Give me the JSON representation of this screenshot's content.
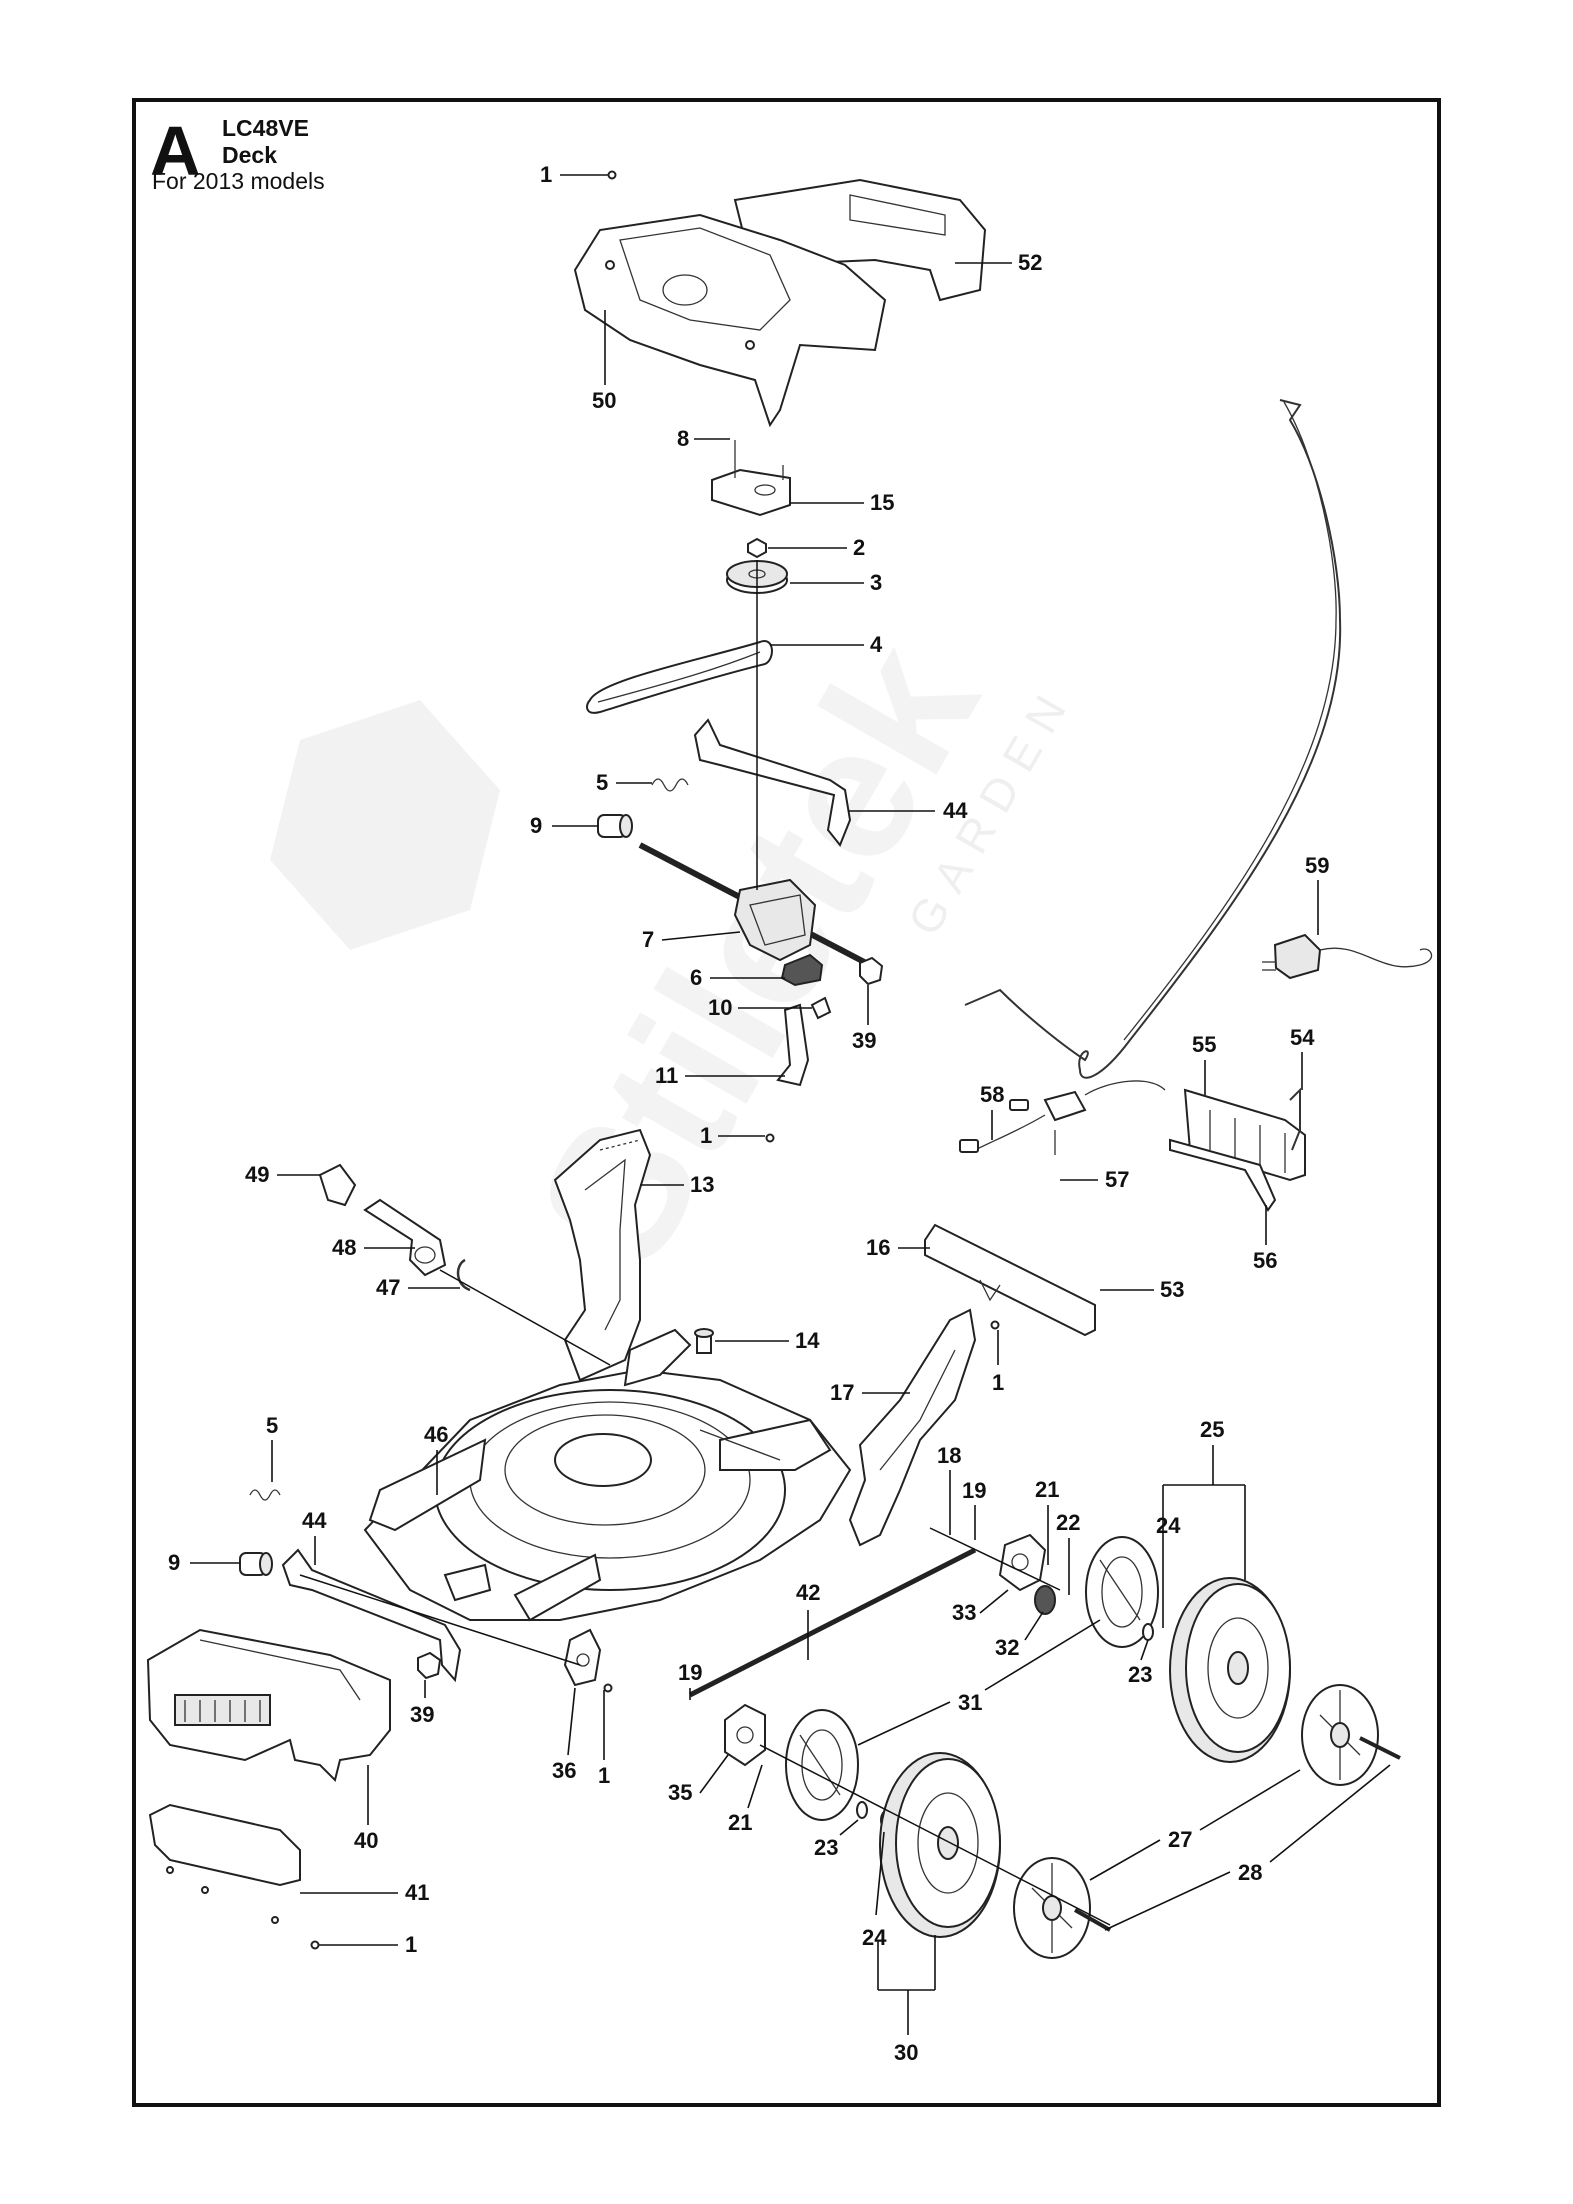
{
  "header": {
    "page_letter": "A",
    "model": "LC48VE",
    "section": "Deck",
    "years": "For 2013 models"
  },
  "watermark": {
    "brand": "Stiletek",
    "sub": "GARDEN"
  },
  "colors": {
    "ink": "#111111",
    "frame": "#111111",
    "background": "#ffffff"
  },
  "callouts": [
    "1",
    "52",
    "50",
    "8",
    "15",
    "2",
    "3",
    "4",
    "5",
    "44",
    "9",
    "7",
    "6",
    "10",
    "39",
    "11",
    "1",
    "59",
    "55",
    "54",
    "58",
    "57",
    "56",
    "49",
    "13",
    "48",
    "47",
    "16",
    "53",
    "14",
    "17",
    "1",
    "25",
    "5",
    "46",
    "18",
    "19",
    "21",
    "44",
    "24",
    "22",
    "9",
    "33",
    "32",
    "23",
    "42",
    "19",
    "31",
    "39",
    "36",
    "1",
    "35",
    "21",
    "23",
    "40",
    "27",
    "28",
    "41",
    "1",
    "24",
    "30"
  ]
}
